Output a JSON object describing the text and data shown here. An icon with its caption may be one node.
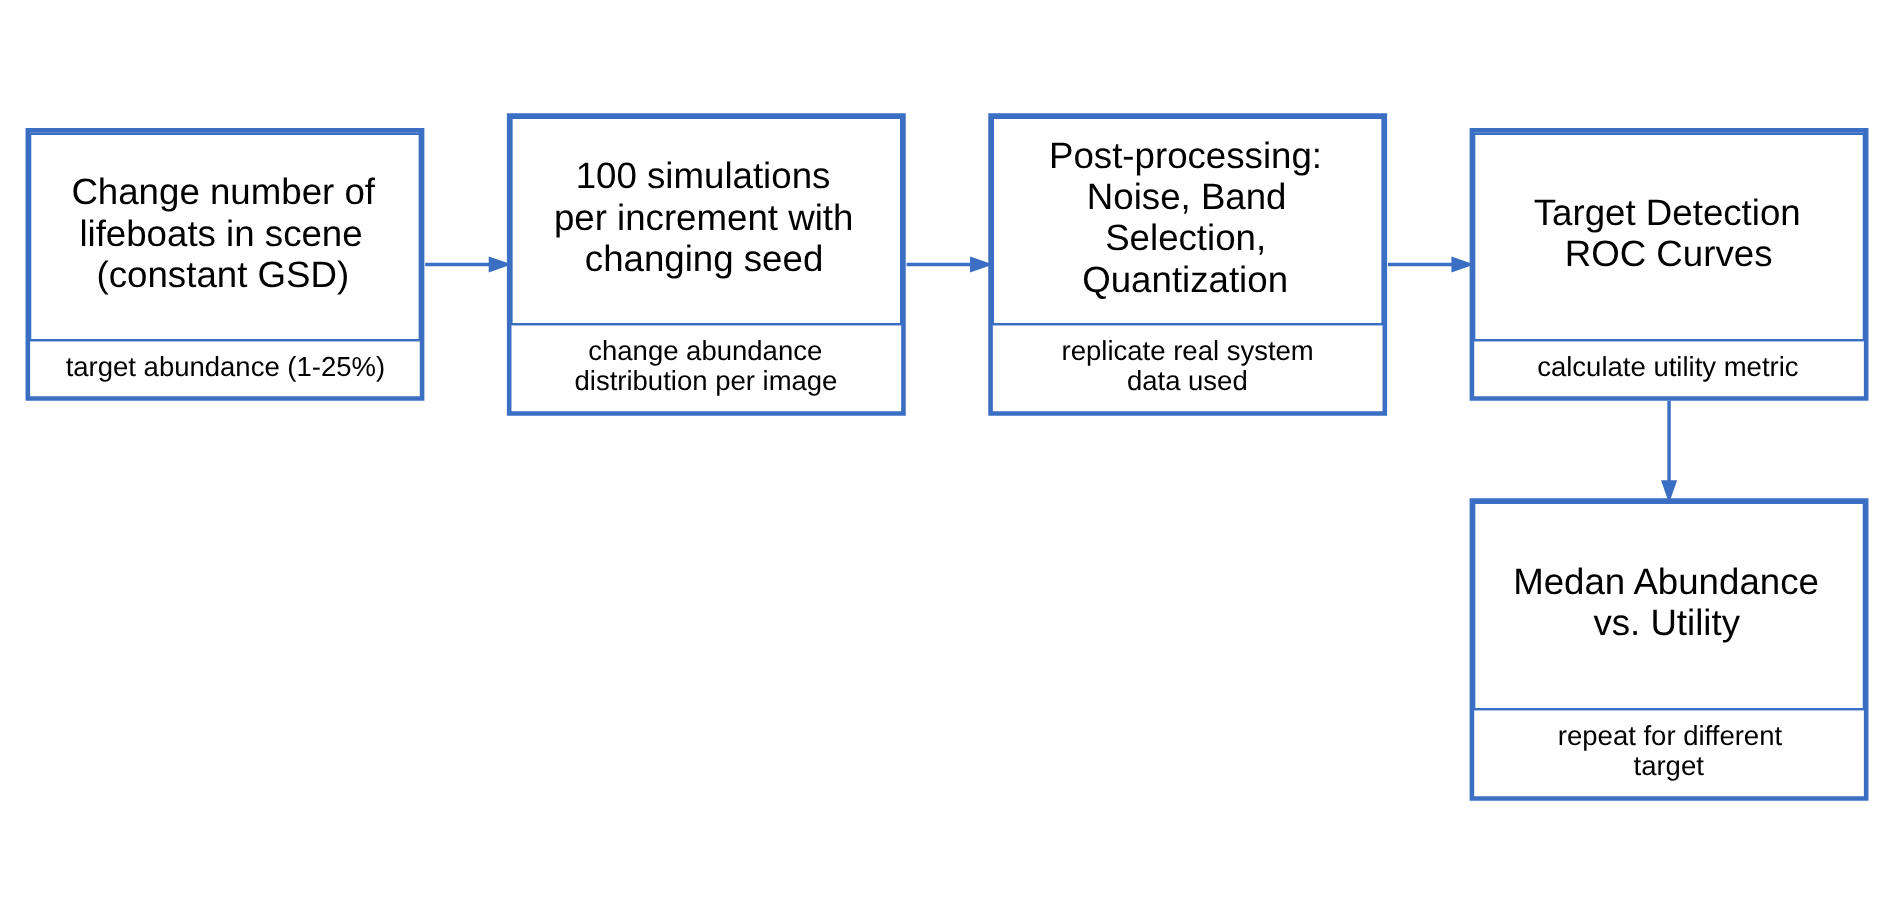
{
  "diagram": {
    "nodes": [
      {
        "text": [
          "Change number of lifeboats in scene (constant GSD)",
          "target abundance (1-25%)"
        ]
      },
      {
        "text": [
          "100 simulations per increment with changing seed",
          "change abundance distribution per image"
        ]
      },
      {
        "text": [
          "Post-processing: Noise, Band Selection, Quantization",
          "replicate real system data used"
        ]
      },
      {
        "text": [
          "Target Detection ROC Curves",
          "calculate utility metric"
        ]
      },
      {
        "text": [
          "Medan Abundance vs. Utility",
          "repeat for different target"
        ]
      }
    ],
    "edges": [
      {
        "from": 0,
        "to": 1,
        "arrow": "to"
      },
      {
        "from": 1,
        "to": 2,
        "arrow": "to"
      },
      {
        "from": 2,
        "to": 3,
        "arrow": "to"
      },
      {
        "from": 3,
        "to": 4,
        "arrow": "to"
      }
    ]
  }
}
